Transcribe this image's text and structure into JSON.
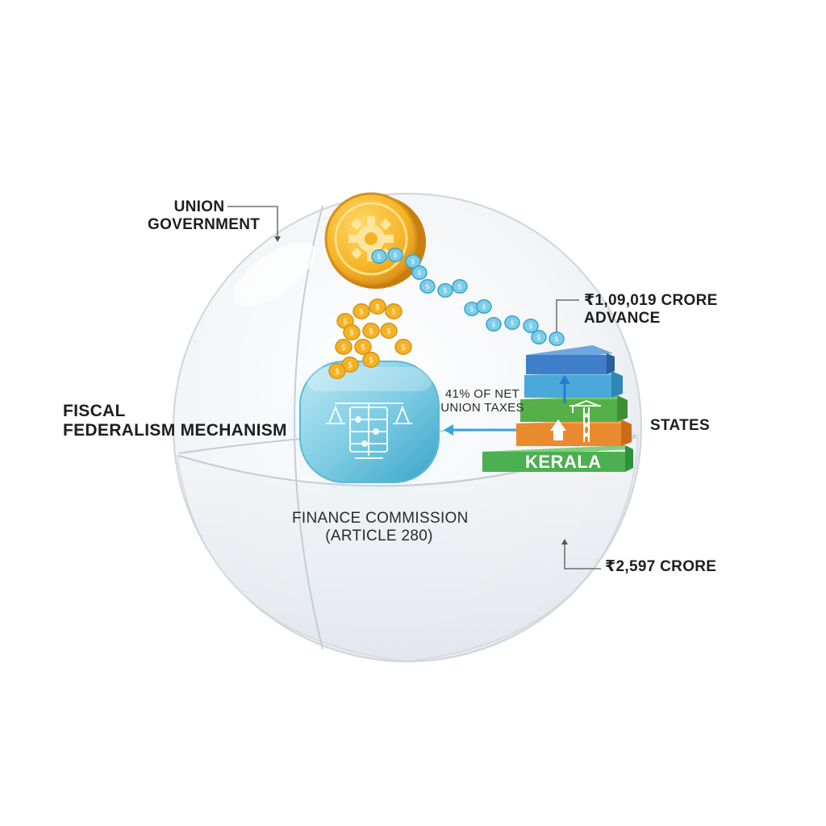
{
  "labels": {
    "union_government_line1": "UNION",
    "union_government_line2": "GOVERNMENT",
    "fiscal_line1": "FISCAL",
    "fiscal_line2": "FEDERALISM MECHANISM",
    "share_line1": "41% OF NET",
    "share_line2": "UNION TAXES",
    "advance_line1": "₹1,09,019 CRORE",
    "advance_line2": "ADVANCE",
    "states": "STATES",
    "kerala": "KERALA",
    "finance_line1": "FINANCE COMMISSION",
    "finance_line2": "(ARTICLE 280)",
    "kerala_amount": "₹2,597 CRORE"
  },
  "icons": {
    "big_coin": "gear-coin-icon",
    "small_coin": "rupee-coin-icon",
    "commission": "balance-scale-abacus-icon",
    "crane": "construction-crane-icon",
    "up_arrow": "up-arrow-icon"
  },
  "colors": {
    "gold": "#f5b324",
    "gold_dark": "#d8901a",
    "teal": "#4fb9d6",
    "blue_light": "#a9dff0",
    "stack_blue": "#3f7fc9",
    "stack_cyan": "#4aa9d8",
    "stack_green": "#55b04a",
    "stack_orange": "#ea8a2e",
    "kerala_green": "#4caf50"
  }
}
